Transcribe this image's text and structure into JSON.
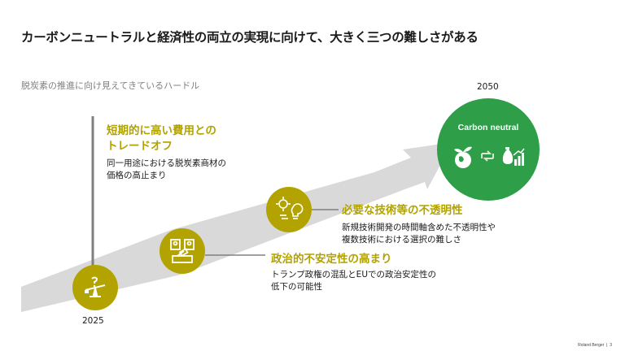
{
  "slide": {
    "title": "カーボンニュートラルと経済性の両立の実現に向けて、大きく三つの難しさがある",
    "subtitle": "脱炭素の推進に向け見えてきているハードル"
  },
  "timeline": {
    "start_year": "2025",
    "end_year": "2050",
    "goal_label": "Carbon neutral"
  },
  "barriers": [
    {
      "heading_line1": "短期的に高い費用との",
      "heading_line2": "トレードオフ",
      "desc_line1": "同一用途における脱炭素商材の",
      "desc_line2": "価格の高止まり"
    },
    {
      "heading_line1": "必要な技術等の不透明性",
      "desc_line1": "新規技術開発の時間軸含めた不透明性や",
      "desc_line2": "複数技術における選択の難しさ"
    },
    {
      "heading_line1": "政治的不安定性の高まり",
      "desc_line1": "トランプ政権の混乱とEUでの政治安定性の",
      "desc_line2": "低下の可能性"
    }
  ],
  "icons": [
    "balance-question-icon",
    "ballot-voting-icon",
    "lightbulb-gear-icon",
    "globe-plant-icon",
    "recycle-arrows-icon",
    "money-growth-icon"
  ],
  "colors": {
    "accent_olive": "#b3a300",
    "goal_green": "#2e9e49",
    "road_gray": "#d9d9d9",
    "line_gray": "#808080"
  },
  "footer": {
    "brand": "Roland Berger",
    "page": "3"
  }
}
